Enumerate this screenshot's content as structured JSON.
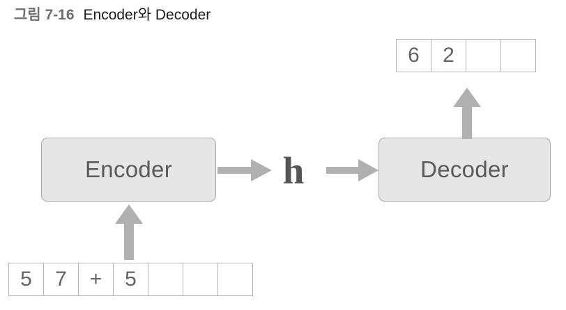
{
  "title": {
    "figure_number": "그림 7-16",
    "caption": "Encoder와 Decoder"
  },
  "colors": {
    "box_fill": "#e6e6e6",
    "box_border": "#a9a9a9",
    "box_text": "#5a5a5a",
    "cell_border": "#b6b6b6",
    "cell_text": "#636363",
    "arrow": "#b0b0b0",
    "figure_number_text": "#6f6f6f",
    "caption_text": "#1b1b1b",
    "h_text": "#555555",
    "background": "#ffffff"
  },
  "diagram": {
    "encoder": {
      "label": "Encoder"
    },
    "decoder": {
      "label": "Decoder"
    },
    "hidden_state": {
      "label": "h"
    },
    "input_sequence": {
      "cells": [
        "5",
        "7",
        "+",
        "5",
        "",
        "",
        ""
      ],
      "cell_count": 7
    },
    "output_sequence": {
      "cells": [
        "6",
        "2",
        "",
        ""
      ],
      "cell_count": 4
    },
    "arrows": [
      {
        "name": "input-to-encoder",
        "direction": "up"
      },
      {
        "name": "encoder-to-h",
        "direction": "right"
      },
      {
        "name": "h-to-decoder",
        "direction": "right"
      },
      {
        "name": "decoder-to-output",
        "direction": "up"
      }
    ]
  }
}
